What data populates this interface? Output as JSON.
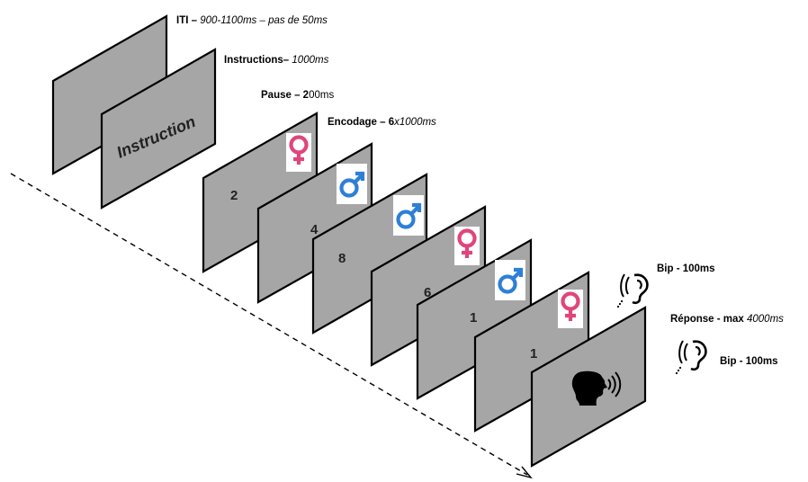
{
  "labels": {
    "iti": {
      "bold": "ITI – ",
      "italic": "900-1100ms – pas de 50ms"
    },
    "instructions": {
      "bold": "Instructions– ",
      "italic": "1000ms"
    },
    "pause": {
      "bold": "Pause – 2",
      "rest": "00ms"
    },
    "encodage": {
      "bold": "Encodage – 6",
      "italic": "x1000ms"
    },
    "bip1": {
      "bold": "Bip -  100ms"
    },
    "reponse": {
      "bold": "Réponse -  max ",
      "italic": "4000ms"
    },
    "bip2": {
      "bold": "Bip -  100ms"
    }
  },
  "instruction_screen_text": "Instruction",
  "encoding_screens": [
    {
      "digit": "2",
      "symbol": "female-symbol"
    },
    {
      "digit": "4",
      "symbol": "male-symbol"
    },
    {
      "digit": "8",
      "symbol": "male-symbol"
    },
    {
      "digit": "6",
      "symbol": "female-symbol"
    },
    {
      "digit": "1",
      "symbol": "male-symbol"
    },
    {
      "digit": "1",
      "symbol": "female-symbol"
    }
  ],
  "colors": {
    "screen_fill": "#a6a6a6",
    "female": "#e0457b",
    "male": "#2e7fd6"
  },
  "icons": [
    "female-symbol",
    "male-symbol",
    "ear-sound-icon",
    "speaking-head-icon"
  ]
}
